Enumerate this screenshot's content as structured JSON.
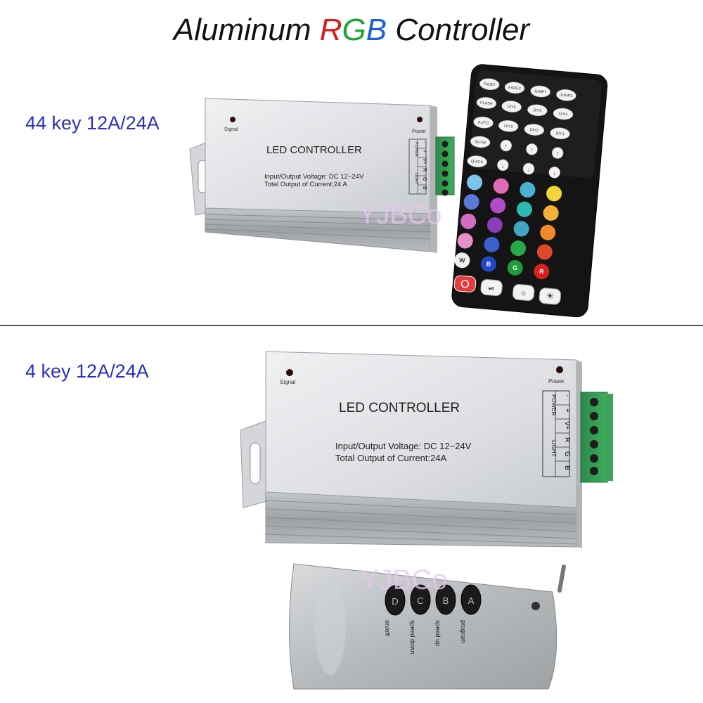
{
  "title": {
    "prefix": "Aluminum ",
    "r": "R",
    "g": "G",
    "b": "B",
    "suffix": " Controller"
  },
  "top": {
    "label": "44 key 12A/24A",
    "controller": {
      "signal": "Signal",
      "power_label": "Power",
      "name": "LED CONTROLLER",
      "voltage": "Input/Output Voltage: DC 12~24V",
      "current": "Total Output of Current:24 A",
      "power_group": "POWER",
      "light_group": "LIGHT",
      "pins": [
        "B",
        "G",
        "R",
        "V+",
        "+",
        "-"
      ]
    },
    "remote": {
      "row1": [
        "FADE7",
        "FADE3",
        "JUMP7",
        "JUMP3"
      ],
      "row2": [
        "FLASH",
        "DIY6",
        "DIY5",
        "DIY4"
      ],
      "row3": [
        "AUTO",
        "DIY3",
        "DIY2",
        "DIY1"
      ],
      "row4_label": "SLOW",
      "row5_label": "QUICK",
      "white_key": "W",
      "r_key": "R",
      "g_key": "G",
      "b_key": "B"
    },
    "watermark": "YJBCo"
  },
  "bottom": {
    "label": "4 key 12A/24A",
    "controller": {
      "signal": "Signal",
      "power_label": "Power",
      "name": "LED CONTROLLER",
      "voltage": "Input/Output Voltage: DC 12~24V",
      "current": "Total Output of Current:24A",
      "power_group": "POWER",
      "light_group": "LIGHT",
      "pins": [
        "B",
        "G",
        "R",
        "V+",
        "+",
        "-"
      ]
    },
    "remote": {
      "keys": [
        "D",
        "C",
        "B",
        "A"
      ],
      "functions": [
        "on/off",
        "speed down",
        "speed up",
        "program"
      ]
    },
    "watermark": "YJBCo"
  },
  "colors": {
    "label_blue": "#2a2fc0",
    "aluminum_light": "#e4e6e8",
    "aluminum_dark": "#a9adb2",
    "terminal_green": "#2f9a4e"
  }
}
